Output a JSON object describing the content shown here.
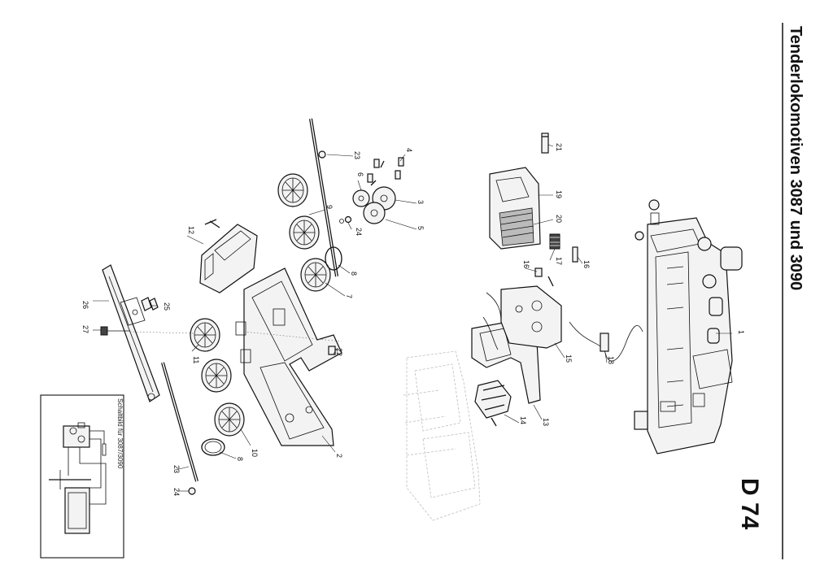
{
  "document": {
    "title": "Tenderlokomotiven 3087 und 3090",
    "code": "D 74",
    "inset_caption": "Schaltbild für 3087/3090"
  },
  "part_labels": [
    {
      "id": "p1",
      "text": "1"
    },
    {
      "id": "p2",
      "text": "2"
    },
    {
      "id": "p3",
      "text": "3"
    },
    {
      "id": "p4",
      "text": "4"
    },
    {
      "id": "p5",
      "text": "5"
    },
    {
      "id": "p6",
      "text": "6"
    },
    {
      "id": "p7",
      "text": "7"
    },
    {
      "id": "p8a",
      "text": "8"
    },
    {
      "id": "p8b",
      "text": "8"
    },
    {
      "id": "p9",
      "text": "9"
    },
    {
      "id": "p10",
      "text": "10"
    },
    {
      "id": "p11",
      "text": "11"
    },
    {
      "id": "p12",
      "text": "12"
    },
    {
      "id": "p13",
      "text": "13"
    },
    {
      "id": "p14",
      "text": "14"
    },
    {
      "id": "p15",
      "text": "15"
    },
    {
      "id": "p16a",
      "text": "16"
    },
    {
      "id": "p16b",
      "text": "16"
    },
    {
      "id": "p17",
      "text": "17"
    },
    {
      "id": "p18",
      "text": "18"
    },
    {
      "id": "p19",
      "text": "19"
    },
    {
      "id": "p20",
      "text": "20"
    },
    {
      "id": "p21",
      "text": "21"
    },
    {
      "id": "p22",
      "text": "22"
    },
    {
      "id": "p23a",
      "text": "23"
    },
    {
      "id": "p23b",
      "text": "23"
    },
    {
      "id": "p24a",
      "text": "24"
    },
    {
      "id": "p24b",
      "text": "24"
    },
    {
      "id": "p25",
      "text": "25"
    },
    {
      "id": "p26",
      "text": "26"
    },
    {
      "id": "p27",
      "text": "27"
    }
  ]
}
